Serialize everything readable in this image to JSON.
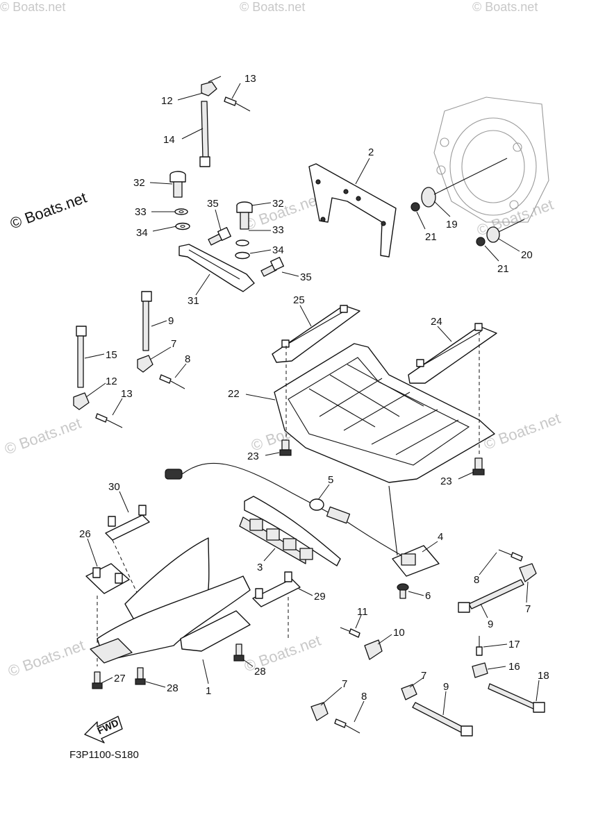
{
  "brand": {
    "text": "© Boats.net"
  },
  "watermarks": [
    "© Boats.net",
    "© Boats.net",
    "© Boats.net",
    "© Boats.net",
    "© Boats.net",
    "© Boats.net",
    "© Boats.net",
    "© Boats.net",
    "© Boats.net",
    "© Boats.net"
  ],
  "reference_code": "F3P1100-S180",
  "fwd_label": "FWD",
  "callouts": [
    "12",
    "13",
    "14",
    "2",
    "32",
    "33",
    "34",
    "35",
    "32",
    "33",
    "34",
    "35",
    "31",
    "21",
    "19",
    "21",
    "20",
    "25",
    "24",
    "9",
    "7",
    "8",
    "15",
    "12",
    "13",
    "22",
    "23",
    "23",
    "5",
    "30",
    "4",
    "26",
    "3",
    "6",
    "8",
    "29",
    "9",
    "7",
    "11",
    "10",
    "17",
    "16",
    "27",
    "28",
    "28",
    "1",
    "18",
    "7",
    "7",
    "8",
    "9"
  ]
}
